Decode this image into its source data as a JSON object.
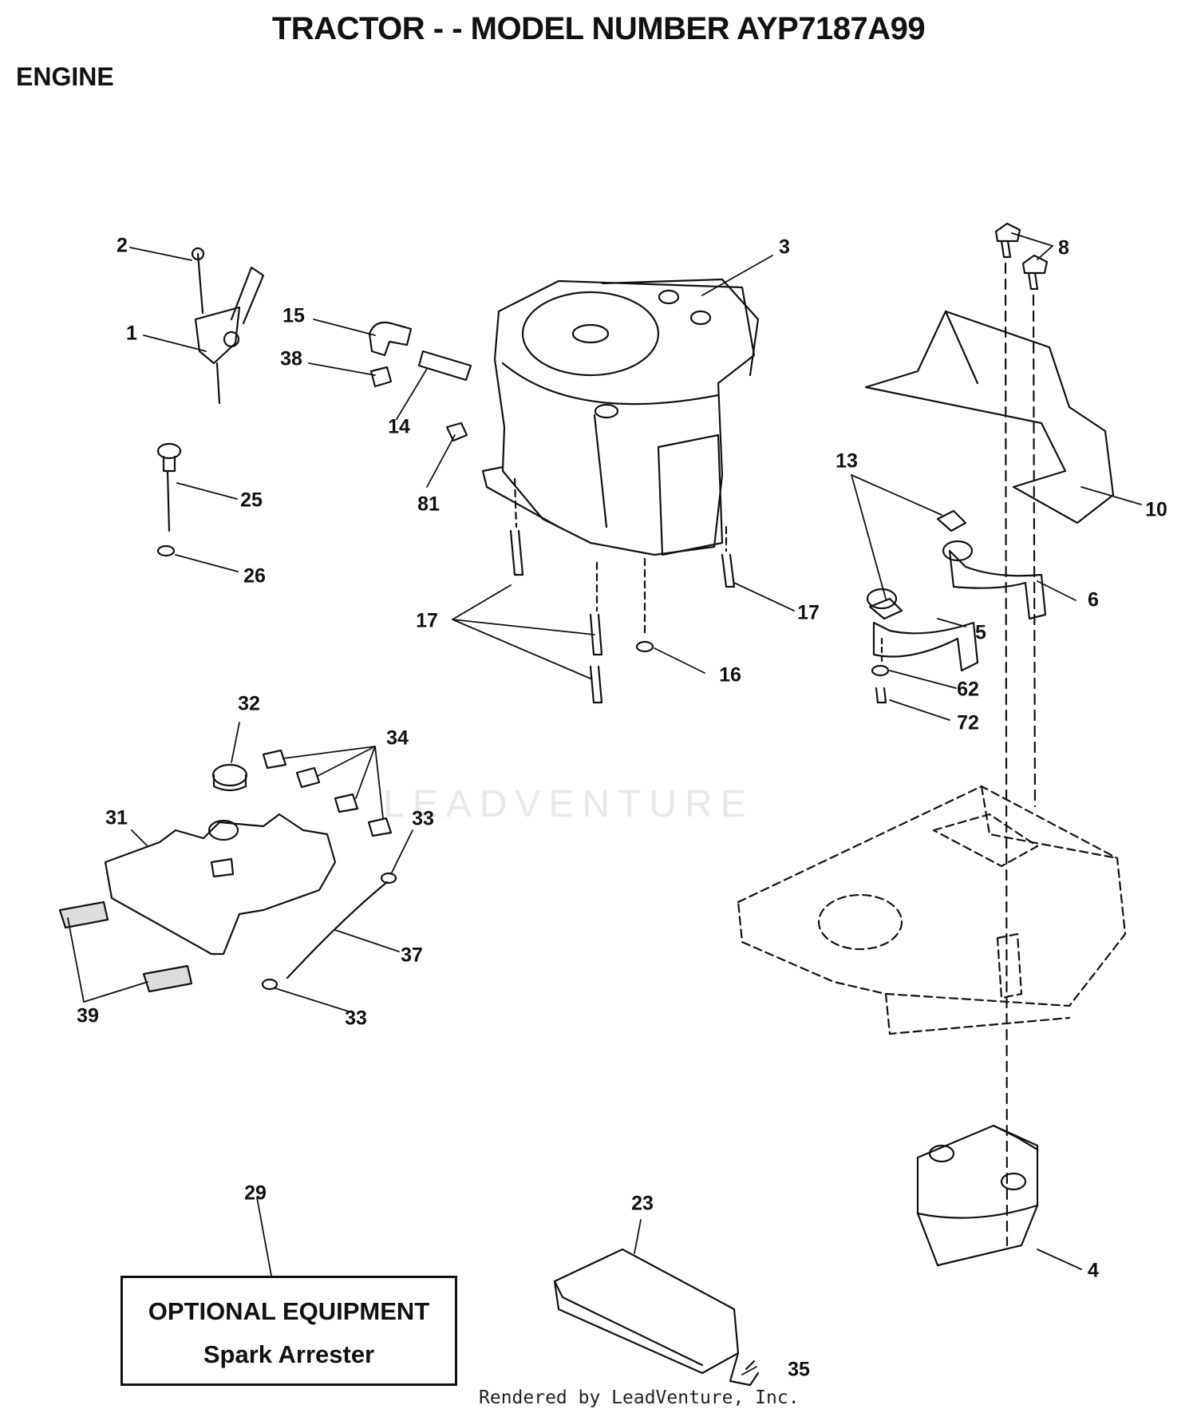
{
  "title": "TRACTOR - - MODEL NUMBER AYP7187A99",
  "section": "ENGINE",
  "callouts": [
    {
      "id": "c1",
      "label": "1"
    },
    {
      "id": "c2",
      "label": "2"
    },
    {
      "id": "c3",
      "label": "3"
    },
    {
      "id": "c4",
      "label": "4"
    },
    {
      "id": "c5",
      "label": "5"
    },
    {
      "id": "c6",
      "label": "6"
    },
    {
      "id": "c8",
      "label": "8"
    },
    {
      "id": "c10",
      "label": "10"
    },
    {
      "id": "c13",
      "label": "13"
    },
    {
      "id": "c14",
      "label": "14"
    },
    {
      "id": "c15",
      "label": "15"
    },
    {
      "id": "c16",
      "label": "16"
    },
    {
      "id": "c17a",
      "label": "17"
    },
    {
      "id": "c17b",
      "label": "17"
    },
    {
      "id": "c23",
      "label": "23"
    },
    {
      "id": "c25",
      "label": "25"
    },
    {
      "id": "c26",
      "label": "26"
    },
    {
      "id": "c29",
      "label": "29"
    },
    {
      "id": "c31",
      "label": "31"
    },
    {
      "id": "c32",
      "label": "32"
    },
    {
      "id": "c33a",
      "label": "33"
    },
    {
      "id": "c33b",
      "label": "33"
    },
    {
      "id": "c34",
      "label": "34"
    },
    {
      "id": "c35",
      "label": "35"
    },
    {
      "id": "c37",
      "label": "37"
    },
    {
      "id": "c38",
      "label": "38"
    },
    {
      "id": "c39",
      "label": "39"
    },
    {
      "id": "c62",
      "label": "62"
    },
    {
      "id": "c72",
      "label": "72"
    },
    {
      "id": "c81",
      "label": "81"
    }
  ],
  "optional_equipment": {
    "heading": "OPTIONAL EQUIPMENT",
    "item": "Spark Arrester"
  },
  "footer": "Rendered by LeadVenture, Inc.",
  "watermark": "LEADVENTURE",
  "colors": {
    "ink": "#111111",
    "watermark": "#e8e8e8"
  }
}
